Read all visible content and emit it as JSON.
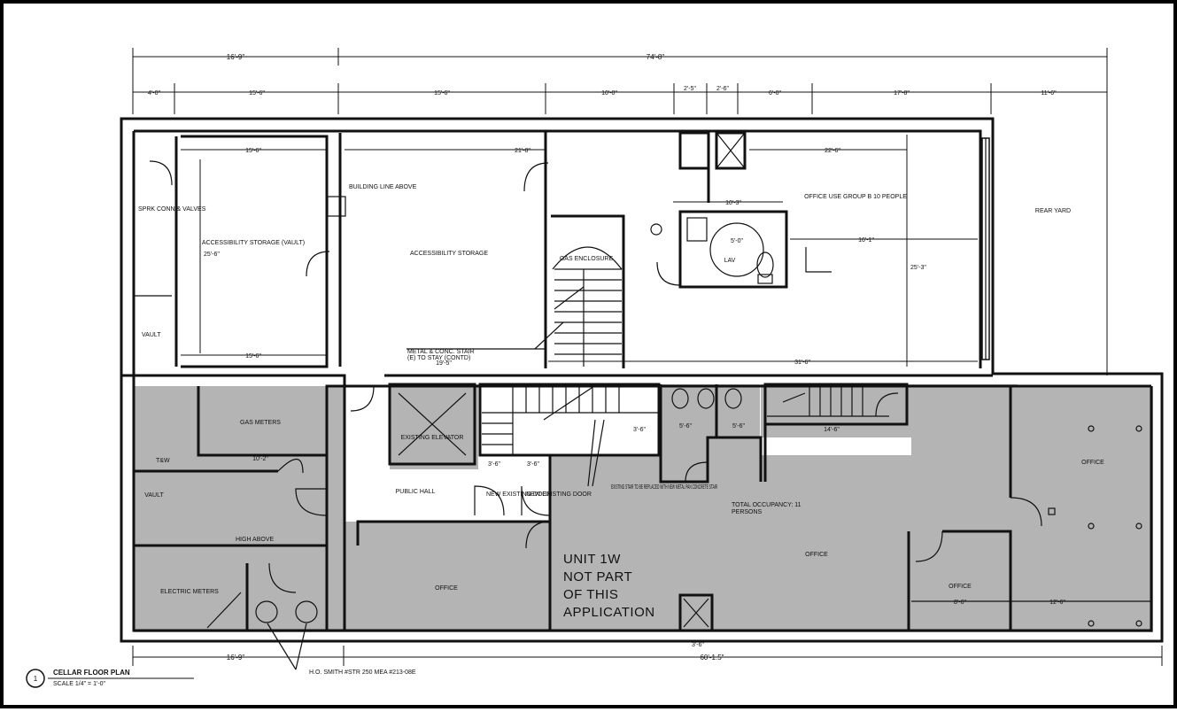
{
  "dimensions": {
    "top_overall_left": "16'-9\"",
    "top_overall_right": "74'-8\"",
    "top_segments": [
      "4'-0\"",
      "15'-6\"",
      "15'-6\"",
      "10'-0\"",
      "2'-5\"",
      "2'-6\"",
      "6'-0\"",
      "17'-8\"",
      "11'-6\""
    ],
    "bottom_left": "16'-9\"",
    "bottom_right": "60'-1.5\""
  },
  "rooms": {
    "sprinkler": "SPRK CONN & VALVES",
    "vault_top": "VAULT",
    "storage_vault": "ACCESSIBILITY STORAGE (VAULT)",
    "storage": "ACCESSIBILITY STORAGE",
    "gas_enclosure": "GAS ENCLOSURE",
    "office_top": "OFFICE USE GROUP B 10 PEOPLE",
    "lav": "LAV",
    "rear_yard": "REAR YARD",
    "gas_meters": "GAS METERS",
    "vault_bottom": "VAULT",
    "electric_meters": "ELECTRIC METERS",
    "elevator": "EXISTING ELEVATOR",
    "public_hall": "PUBLIC HALL",
    "office_a": "OFFICE",
    "office_b": "OFFICE",
    "office_c": "OFFICE",
    "office_d": "OFFICE",
    "door_left": "NEW EXISTING DOOR",
    "door_right": "NEW EXISTING DOOR"
  },
  "interior_dims": {
    "storage_vault_width": "15'-6\"",
    "storage_vault_height": "25'-6\"",
    "storage_vault_bottom": "15'-6\"",
    "storage_top": "21'-8\"",
    "office_top_width": "22'-6\"",
    "lav_width": "10'-3\"",
    "lav_circle": "5'-0\"",
    "office_mid": "16'-1\"",
    "office_height": "25'-3\"",
    "stair_bottom": "19'-5\"",
    "office_bottom": "31'-6\"",
    "gas_meters_dim": "10'-2\"",
    "stair_dim": "3'-6\"",
    "wc_dim_a": "5'-6\"",
    "wc_dim_b": "5'-6\"",
    "stair_right": "14'-6\"",
    "hall_dim_a": "3'-6\"",
    "hall_dim_b": "3'-6\"",
    "office_bottom_a": "8'-6\"",
    "office_bottom_b": "12'-6\"",
    "vent_dim": "3'-6\""
  },
  "callouts": {
    "building_line": "BUILDING LINE ABOVE",
    "stair_note": "METAL & CONC. STAIR",
    "stair_sub": "(E) TO STAY (CONTD)",
    "total_occupancy": "TOTAL OCCUPANCY: 11",
    "total_occ_sub": "PERSONS",
    "existing_stair": "EXISTING STAIR TO BE REPLACED WITH NEW METAL PAN CONCRETE STAIR",
    "high_above": "HIGH ABOVE",
    "meter": "H.O. SMITH #STR 250 MEA #213-08E",
    "twf": "T&W"
  },
  "unit_note": [
    "UNIT 1W",
    "NOT PART",
    "OF THIS",
    "APPLICATION"
  ],
  "title_block": {
    "number": "1",
    "title": "CELLAR FLOOR PLAN",
    "scale": "SCALE 1/4\" = 1'-0\""
  },
  "colors": {
    "shaded_area": "#b4b4b4",
    "line": "#111111"
  }
}
